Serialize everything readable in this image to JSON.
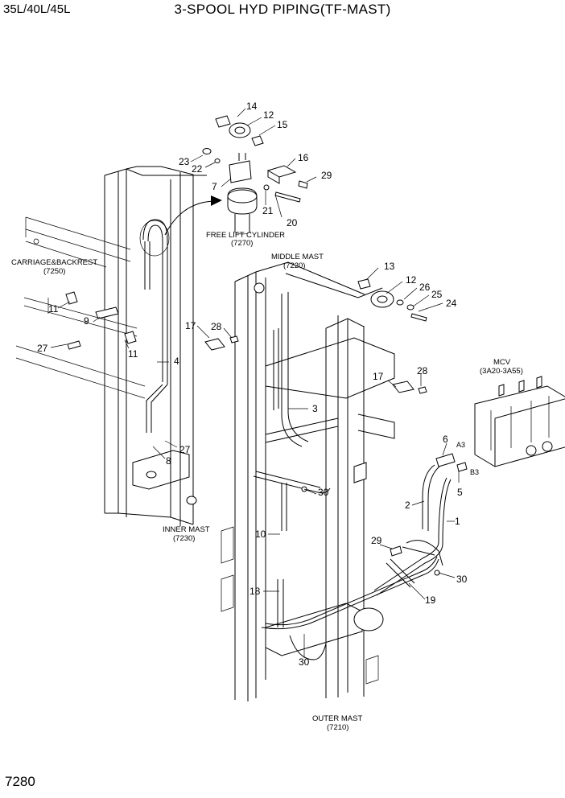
{
  "header": {
    "model": "35L/40L/45L",
    "title": "3-SPOOL HYD PIPING(TF-MAST)"
  },
  "footer": {
    "page_number": "7280"
  },
  "assembly_labels": {
    "free_lift_cylinder": "FREE LIFT CYLINDER",
    "free_lift_cylinder_ref": "(7270)",
    "carriage": "CARRIAGE&BACKREST",
    "carriage_ref": "(7250)",
    "middle_mast": "MIDDLE MAST",
    "middle_mast_ref": "(7220)",
    "mcv": "MCV",
    "mcv_ref": "(3A20-3A55)",
    "inner_mast": "INNER MAST",
    "inner_mast_ref": "(7230)",
    "outer_mast": "OUTER MAST",
    "outer_mast_ref": "(7210)"
  },
  "port_labels": {
    "a3": "A3",
    "b3": "B3"
  },
  "callouts": [
    "14",
    "12",
    "15",
    "23",
    "22",
    "16",
    "29",
    "7",
    "21",
    "20",
    "11",
    "9",
    "27",
    "11",
    "17",
    "28",
    "4",
    "27",
    "8",
    "13",
    "12",
    "26",
    "25",
    "24",
    "3",
    "17",
    "28",
    "6",
    "5",
    "2",
    "1",
    "30",
    "10",
    "29",
    "30",
    "18",
    "19",
    "30"
  ]
}
